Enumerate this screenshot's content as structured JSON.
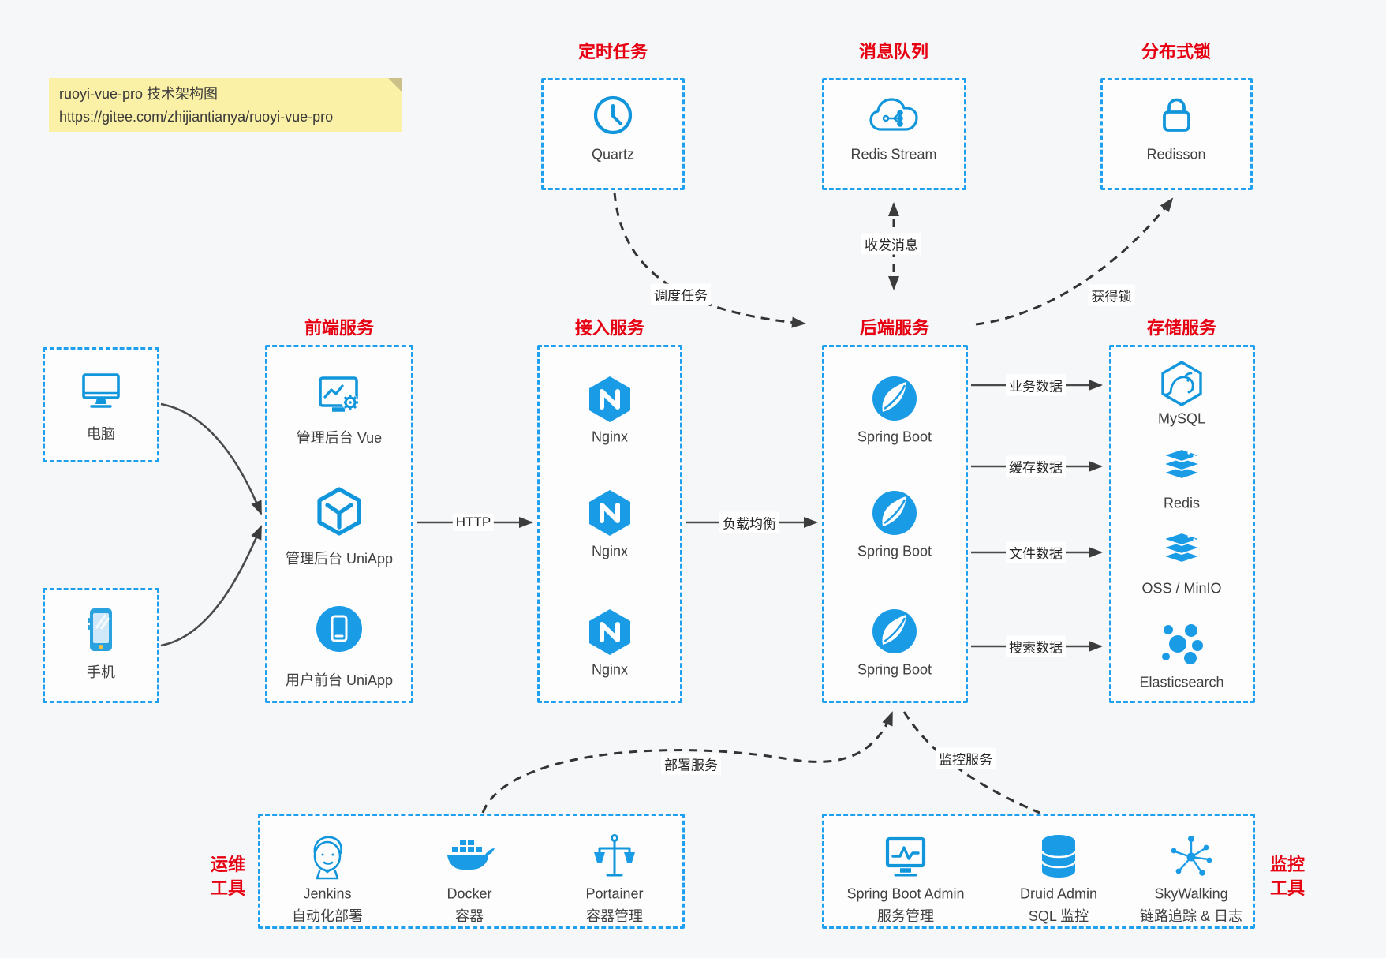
{
  "note": {
    "line1": "ruoyi-vue-pro 技术架构图",
    "line2": "https://gitee.com/zhijiantianya/ruoyi-vue-pro"
  },
  "colors": {
    "accent_blue": "#1296db",
    "border_blue": "#1e9fef",
    "title_red": "#e60012",
    "note_yellow": "#faf0a6",
    "arrow_dark": "#3c3c3c"
  },
  "groups": {
    "scheduled": {
      "title": "定时任务",
      "item": {
        "label": "Quartz"
      }
    },
    "mq": {
      "title": "消息队列",
      "item": {
        "label": "Redis Stream"
      }
    },
    "dlock": {
      "title": "分布式锁",
      "item": {
        "label": "Redisson"
      }
    },
    "clients": {
      "pc": {
        "label": "电脑"
      },
      "phone": {
        "label": "手机"
      }
    },
    "frontend": {
      "title": "前端服务",
      "items": [
        {
          "label": "管理后台 Vue"
        },
        {
          "label": "管理后台 UniApp"
        },
        {
          "label": "用户前台 UniApp"
        }
      ]
    },
    "access": {
      "title": "接入服务",
      "items": [
        {
          "label": "Nginx"
        },
        {
          "label": "Nginx"
        },
        {
          "label": "Nginx"
        }
      ]
    },
    "backend": {
      "title": "后端服务",
      "items": [
        {
          "label": "Spring Boot"
        },
        {
          "label": "Spring Boot"
        },
        {
          "label": "Spring Boot"
        }
      ]
    },
    "storage": {
      "title": "存储服务",
      "items": [
        {
          "label": "MySQL"
        },
        {
          "label": "Redis"
        },
        {
          "label": "OSS / MinIO"
        },
        {
          "label": "Elasticsearch"
        }
      ]
    },
    "ops": {
      "side_line1": "运维",
      "side_line2": "工具",
      "items": [
        {
          "name": "Jenkins",
          "desc": "自动化部署"
        },
        {
          "name": "Docker",
          "desc": "容器"
        },
        {
          "name": "Portainer",
          "desc": "容器管理"
        }
      ]
    },
    "monitoring": {
      "side_line1": "监控",
      "side_line2": "工具",
      "items": [
        {
          "name": "Spring Boot Admin",
          "desc": "服务管理"
        },
        {
          "name": "Druid Admin",
          "desc": "SQL 监控"
        },
        {
          "name": "SkyWalking",
          "desc": "链路追踪 & 日志"
        }
      ]
    }
  },
  "edges": {
    "http": "HTTP",
    "load_balance": "负载均衡",
    "schedule": "调度任务",
    "message": "收发消息",
    "lock": "获得锁",
    "business": "业务数据",
    "cache": "缓存数据",
    "file": "文件数据",
    "search": "搜索数据",
    "deploy": "部署服务",
    "monitor": "监控服务"
  }
}
